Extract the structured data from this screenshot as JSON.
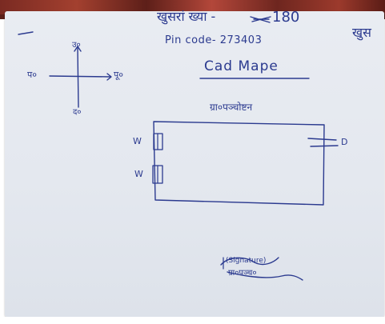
{
  "header": {
    "title_left": "खुसरां ख्या -",
    "title_number": "180",
    "pin_code": "Pin code- 273403",
    "corner_text": "खुस"
  },
  "compass": {
    "north": "उ०",
    "south": "द०",
    "west": "प०",
    "east": "पू०"
  },
  "map": {
    "title": "Cad Mape",
    "label": "ग्रा०पञ्चोष्टन",
    "marks": [
      "W",
      "W",
      "D"
    ]
  },
  "signature": {
    "line1": "(Signature)",
    "line2": "ग्रा०पञ्च०"
  },
  "colors": {
    "ink": "#2b3a8f",
    "paper": "#e6e9f0",
    "fabric": "#8a3428"
  }
}
